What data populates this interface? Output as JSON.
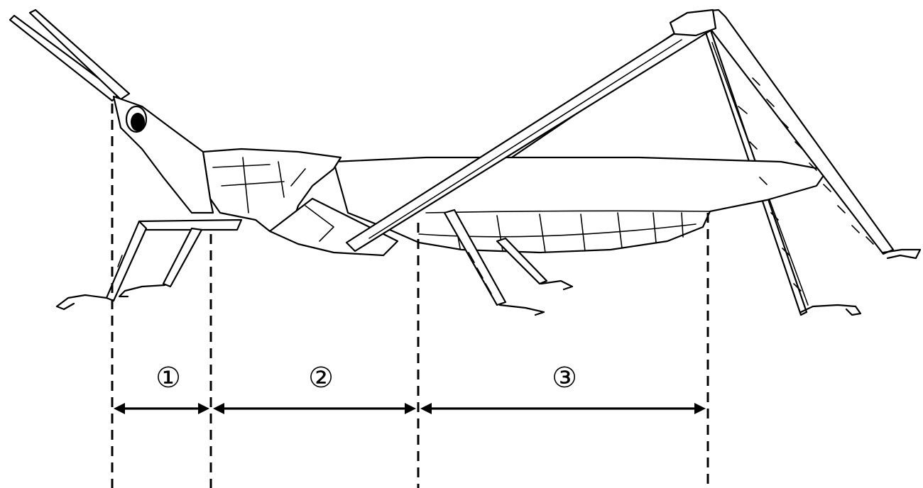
{
  "diagram": {
    "segments": [
      {
        "label": "①"
      },
      {
        "label": "②"
      },
      {
        "label": "③"
      }
    ]
  }
}
